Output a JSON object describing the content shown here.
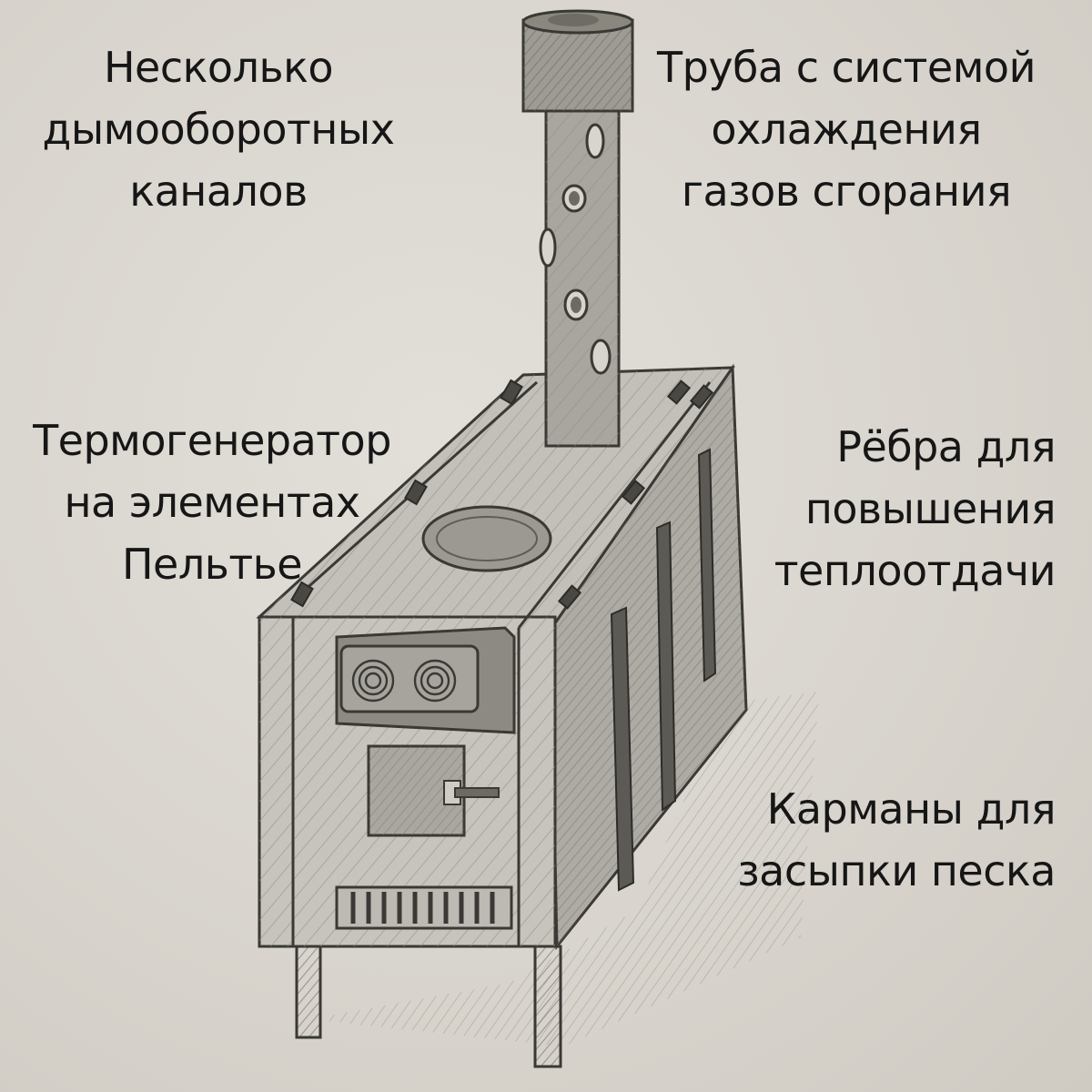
{
  "labels": {
    "smoke_channels": "Несколько\nдымооборотных\nканалов",
    "pipe_cooling": "Труба с системой\nохлаждения\nгазов сгорания",
    "peltier_generator": "Термогенератор\nна элементах\nПельтье",
    "heat_fins": "Рёбра для\nповышения\nтеплоотдачи",
    "sand_pockets": "Карманы для\nзасыпки песка"
  },
  "colors": {
    "paper": "#d9d6d0",
    "pencil_dark": "#3a3935",
    "pencil_mid": "#8a8780",
    "pencil_light": "#b3b0a9",
    "text": "#161616"
  }
}
